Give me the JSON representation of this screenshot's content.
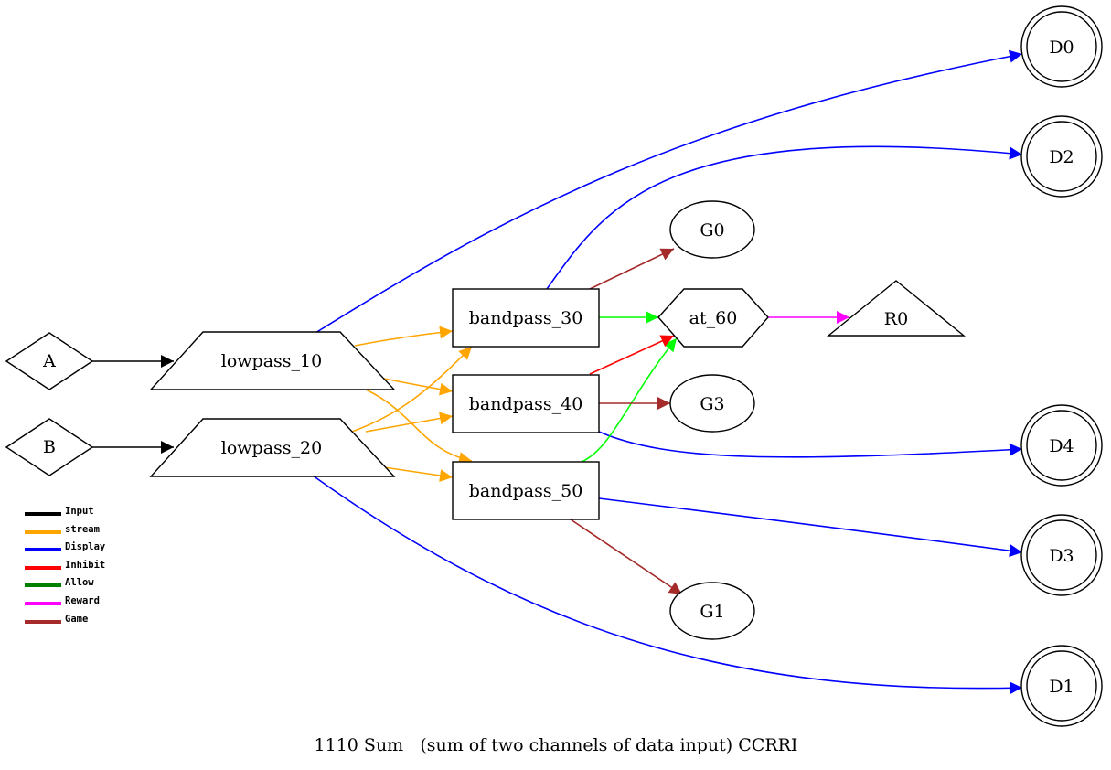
{
  "caption": "1110 Sum   (sum of two channels of data input) CCRRI",
  "colors": {
    "input": "#000000",
    "stream": "#ffa500",
    "display": "#0000ff",
    "inhibit": "#ff0000",
    "allow": "#008000",
    "reward": "#ff00ff",
    "game": "#a52a2a",
    "allow_edge": "#00ff00"
  },
  "nodes": {
    "A": "A",
    "B": "B",
    "lowpass_10": "lowpass_10",
    "lowpass_20": "lowpass_20",
    "bandpass_30": "bandpass_30",
    "bandpass_40": "bandpass_40",
    "bandpass_50": "bandpass_50",
    "at_60": "at_60",
    "R0": "R0",
    "G0": "G0",
    "G1": "G1",
    "G3": "G3",
    "D0": "D0",
    "D1": "D1",
    "D2": "D2",
    "D3": "D3",
    "D4": "D4"
  },
  "legend": [
    {
      "label": "Input",
      "color": "#000000"
    },
    {
      "label": "stream",
      "color": "#ffa500"
    },
    {
      "label": "Display",
      "color": "#0000ff"
    },
    {
      "label": "Inhibit",
      "color": "#ff0000"
    },
    {
      "label": "Allow",
      "color": "#008000"
    },
    {
      "label": "Reward",
      "color": "#ff00ff"
    },
    {
      "label": "Game",
      "color": "#a52a2a"
    }
  ]
}
